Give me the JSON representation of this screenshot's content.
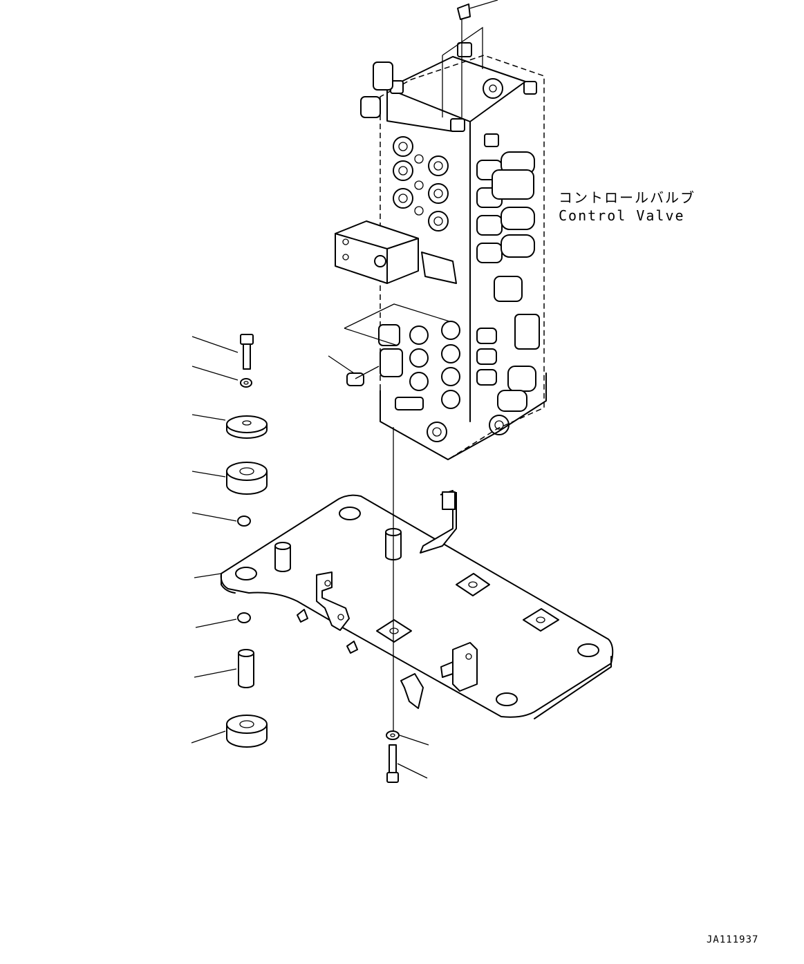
{
  "labels": {
    "component_jp": "コントロールバルブ",
    "component_en": "Control Valve"
  },
  "drawing_id": "JA111937"
}
